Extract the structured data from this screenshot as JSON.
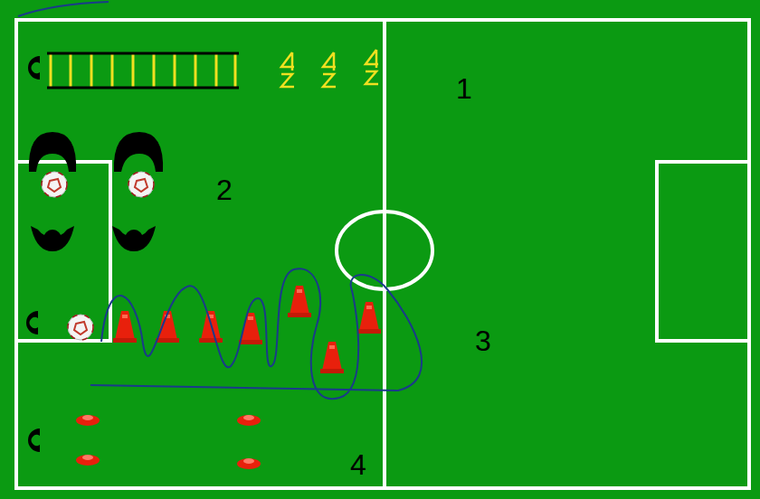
{
  "diagram": {
    "labels": [
      "1",
      "2",
      "3",
      "4"
    ]
  }
}
